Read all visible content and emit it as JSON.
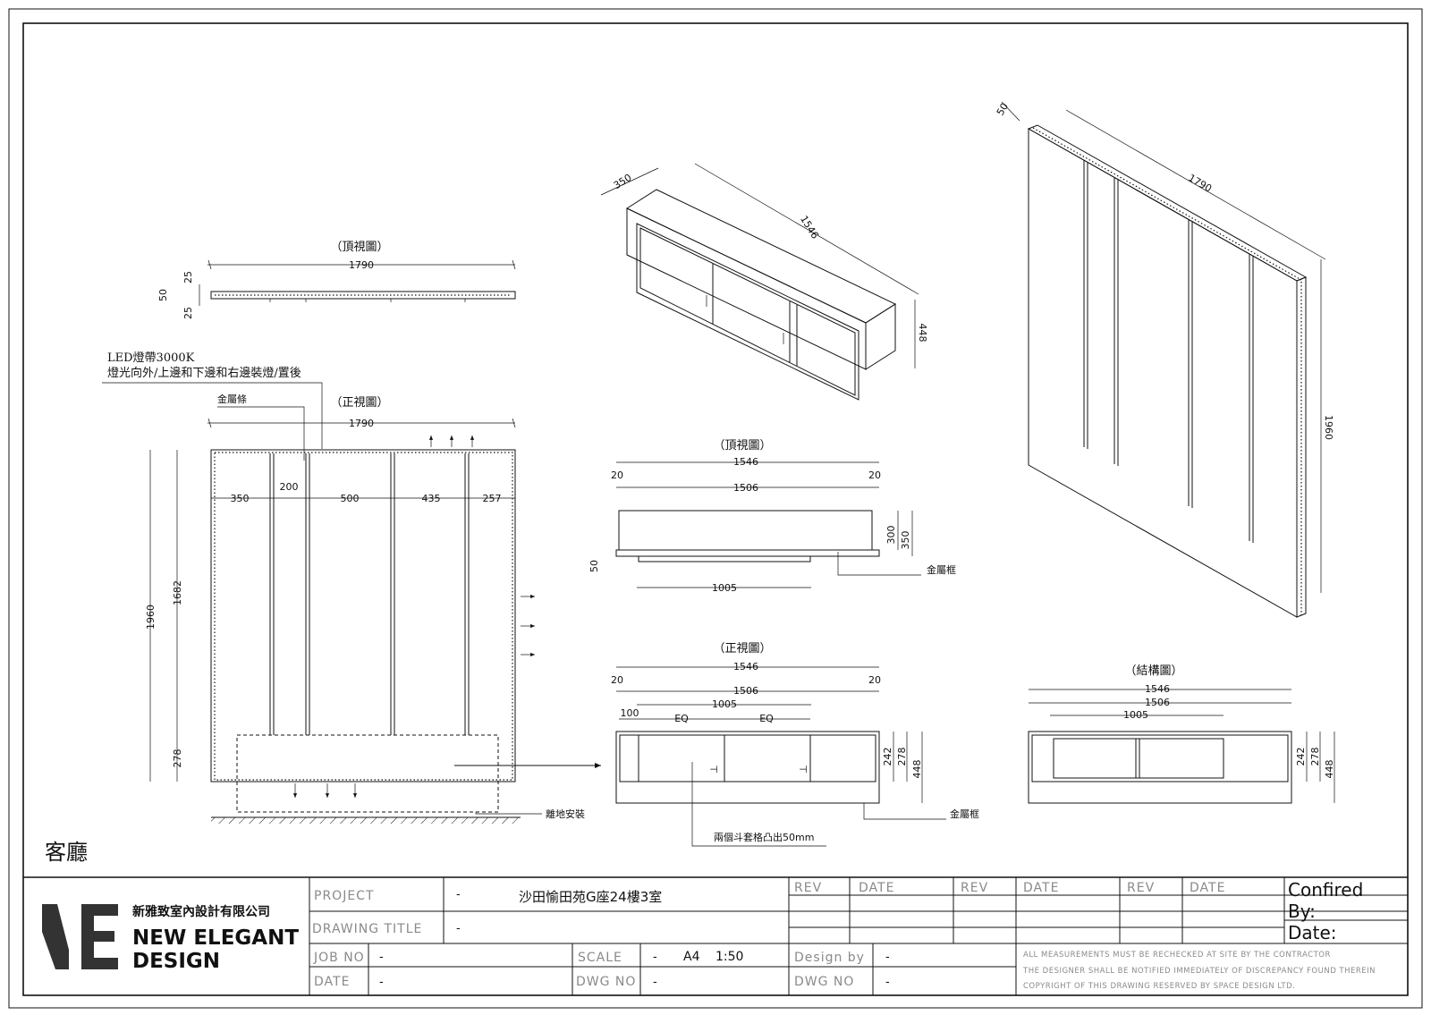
{
  "left": {
    "top_view_title": "（頂視圖）",
    "top_width": "1790",
    "top_dims": [
      "50",
      "25",
      "25"
    ],
    "led_note_line1": "LED燈帶3000K",
    "led_note_line2": "燈光向外/上邊和下邊和右邊裝燈/置後",
    "metal_strip": "金屬條",
    "front_view_title": "（正視圖）",
    "front_width": "1790",
    "segments": [
      "350",
      "200",
      "500",
      "435",
      "257"
    ],
    "height_total": "1960",
    "height_upper": "1682",
    "height_lower": "278",
    "floor_note": "離地安裝",
    "room": "客廳"
  },
  "cabinet_iso": {
    "depth": "350",
    "width": "1546",
    "height": "448"
  },
  "panel_iso": {
    "thickness": "50",
    "width": "1790",
    "height": "1960"
  },
  "cab_top": {
    "title": "（頂視圖）",
    "overall": "1546",
    "inner": "1506",
    "side_l": "20",
    "side_r": "20",
    "depth_inner": "300",
    "depth": "350",
    "lip": "50",
    "drawer": "1005",
    "frame_note": "金屬框"
  },
  "cab_front": {
    "title": "（正視圖）",
    "overall": "1546",
    "inner": "1506",
    "side_l": "20",
    "side_r": "20",
    "drawer": "1005",
    "offset": "100",
    "eq1": "EQ",
    "eq2": "EQ",
    "h1": "242",
    "h2": "278",
    "h3": "448",
    "frame_note": "金屬框",
    "drawer_note": "兩個斗套格凸出50mm"
  },
  "structure": {
    "title": "（結構圖）",
    "overall": "1546",
    "inner": "1506",
    "drawer": "1005",
    "h1": "242",
    "h2": "278",
    "h3": "448"
  },
  "title_block": {
    "company_cn": "新雅致室內設計有限公司",
    "company_en_1": "NEW ELEGANT",
    "company_en_2": "DESIGN",
    "project_label": "PROJECT",
    "project_dash": "-",
    "project_value": "沙田愉田苑G座24樓3室",
    "drawing_title_label": "DRAWING TITLE",
    "drawing_title_value": "-",
    "job_no_label": "JOB NO",
    "job_no_value": "-",
    "scale_label": "SCALE",
    "scale_dash": "-",
    "scale_paper": "A4",
    "scale_value": "1:50",
    "date_label": "DATE",
    "date_value": "-",
    "dwg_no_label": "DWG NO",
    "dwg_no_value": "-",
    "rev_1": "REV",
    "date_1": "DATE",
    "rev_2": "REV",
    "date_2": "DATE",
    "rev_3": "REV",
    "date_3": "DATE",
    "design_by_label": "Design by",
    "design_by_value": "-",
    "dwg_no2_label": "DWG NO",
    "dwg_no2_value": "-",
    "confirmed": "Confired",
    "by": "By:",
    "date_conf": "Date:",
    "note_1": "ALL MEASUREMENTS MUST BE RECHECKED AT SITE BY THE CONTRACTOR",
    "note_2": "THE DESIGNER SHALL BE NOTIFIED IMMEDIATELY OF DISCREPANCY FOUND THEREIN",
    "note_3": "COPYRIGHT OF THIS DRAWING RESERVED BY SPACE DESIGN LTD."
  }
}
